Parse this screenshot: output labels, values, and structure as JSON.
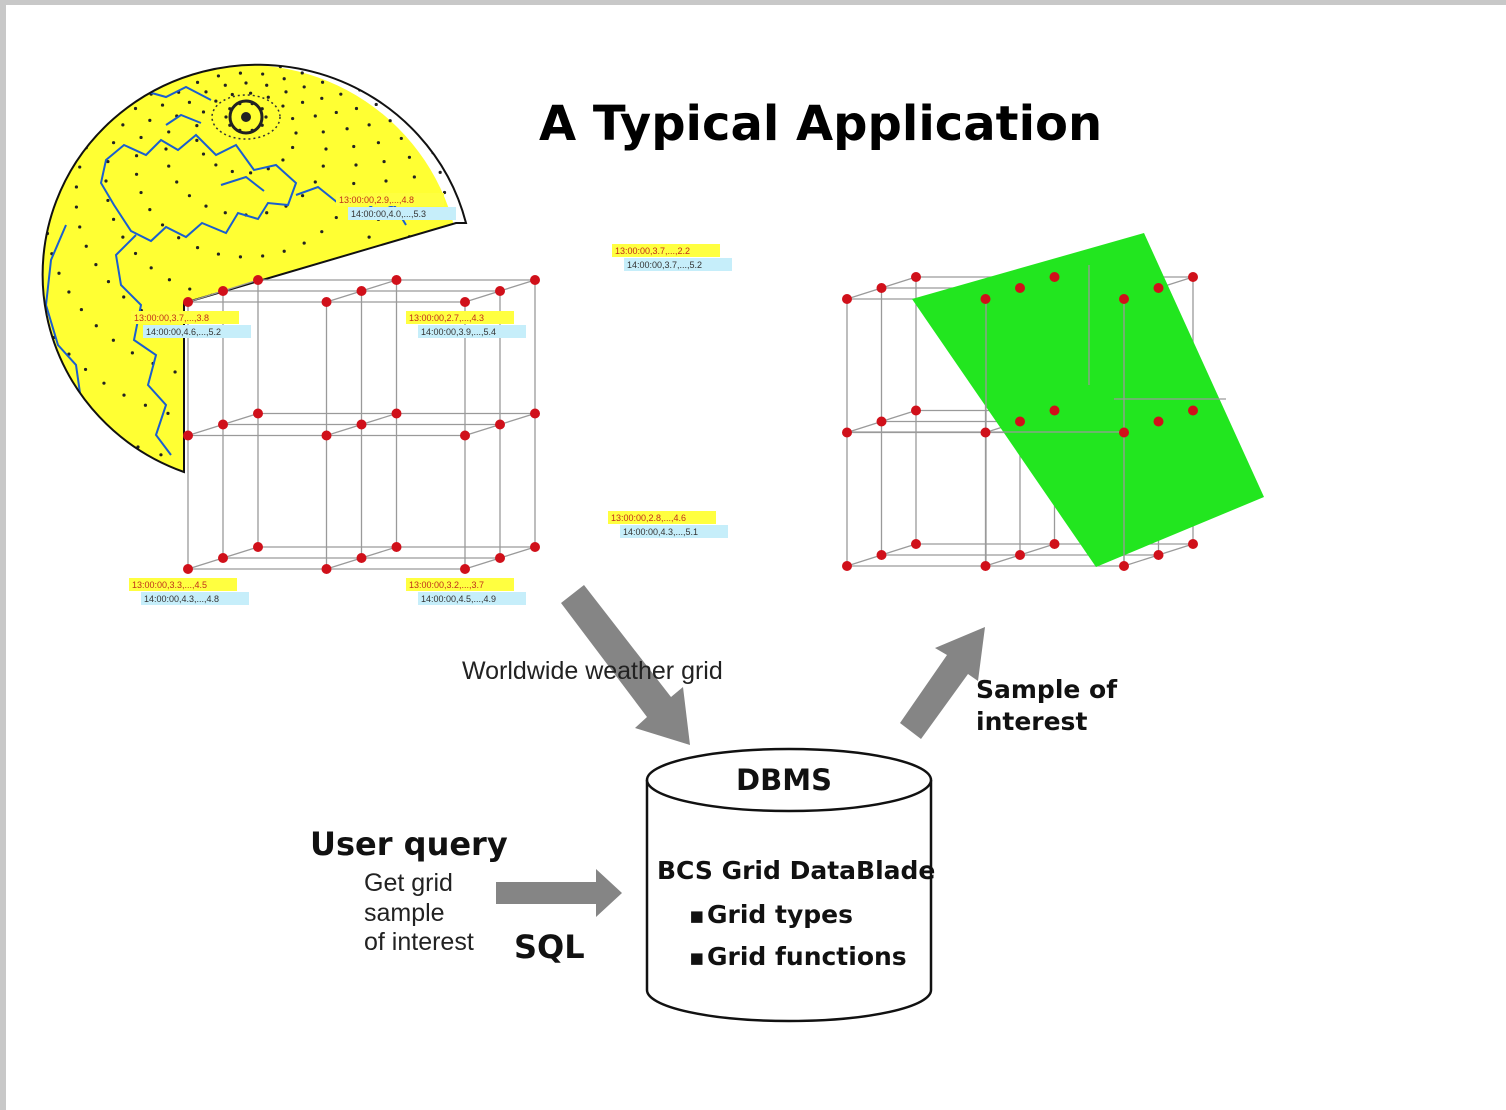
{
  "title": "A Typical Application",
  "colors": {
    "globe": "#ffff33",
    "land": "#1a5ecf",
    "node": "#d0101a",
    "plane": "#22e61f",
    "arrow": "#858585",
    "label_top": "#ffff40",
    "label_bottom": "#c6eefa"
  },
  "icons": {
    "globe": "globe-icon",
    "grid_cube": "grid-cube-icon",
    "database": "database-cylinder-icon",
    "arrow": "arrow-icon"
  },
  "grid_labels": [
    {
      "top": "13:00:00,2.9,...,4.8",
      "bottom": "14:00:00,4.0,...,5.3"
    },
    {
      "top": "13:00:00,3.7,...,2.2",
      "bottom": "14:00:00,3.7,...,5.2"
    },
    {
      "top": "13:00:00,3.7,...,3.8",
      "bottom": "14:00:00,4.6,...,5.2"
    },
    {
      "top": "13:00:00,2.7,...,4.3",
      "bottom": "14:00:00,3.9,...,5.4"
    },
    {
      "top": "13:00:00,2.8,...,4.6",
      "bottom": "14:00:00,4.3,...,5.1"
    },
    {
      "top": "13:00:00,3.3,...,4.5",
      "bottom": "14:00:00,4.3,...,4.8"
    },
    {
      "top": "13:00:00,3.2,...,3.7",
      "bottom": "14:00:00,4.5,...,4.9"
    }
  ],
  "worldwide_label": "Worldwide weather grid",
  "sample_label": [
    "Sample of",
    "interest"
  ],
  "database": {
    "name": "DBMS",
    "blade": "BCS Grid DataBlade",
    "features": [
      "Grid types",
      "Grid functions"
    ]
  },
  "query": {
    "heading": "User query",
    "lines": [
      "Get grid",
      "sample",
      "of interest"
    ],
    "language": "SQL"
  }
}
